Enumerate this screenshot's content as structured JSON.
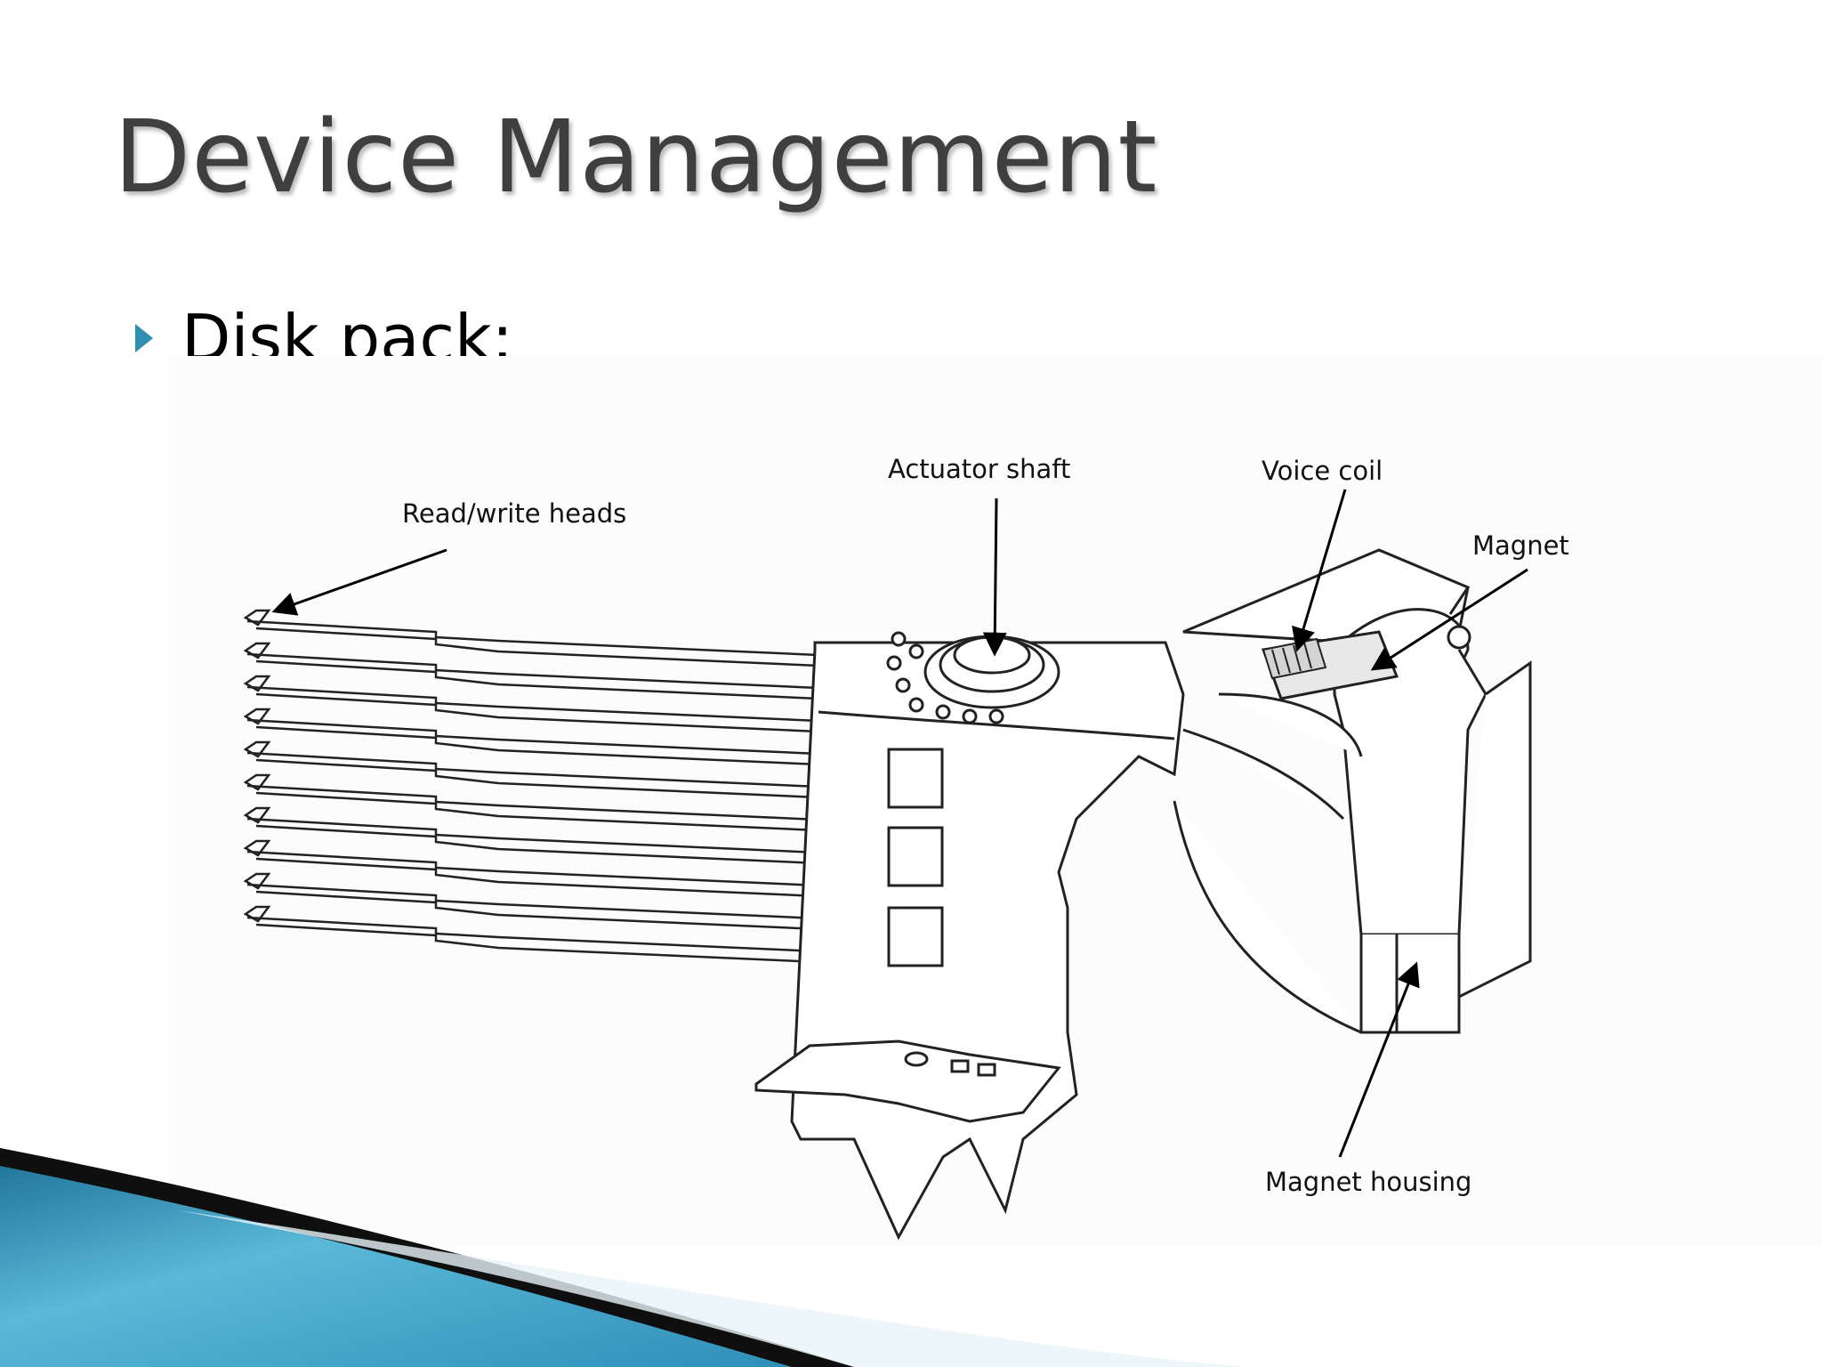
{
  "slide": {
    "title": "Device Management",
    "bullet": "Disk pack:"
  },
  "diagram": {
    "labels": {
      "read_write_heads": "Read/write heads",
      "actuator_shaft": "Actuator shaft",
      "voice_coil": "Voice coil",
      "magnet": "Magnet",
      "magnet_housing": "Magnet housing"
    }
  },
  "colors": {
    "title": "#3f3f3f",
    "bullet": "#2e8fb0",
    "swoosh_light": "#5bb8d8",
    "swoosh_dark": "#1b6f96"
  }
}
